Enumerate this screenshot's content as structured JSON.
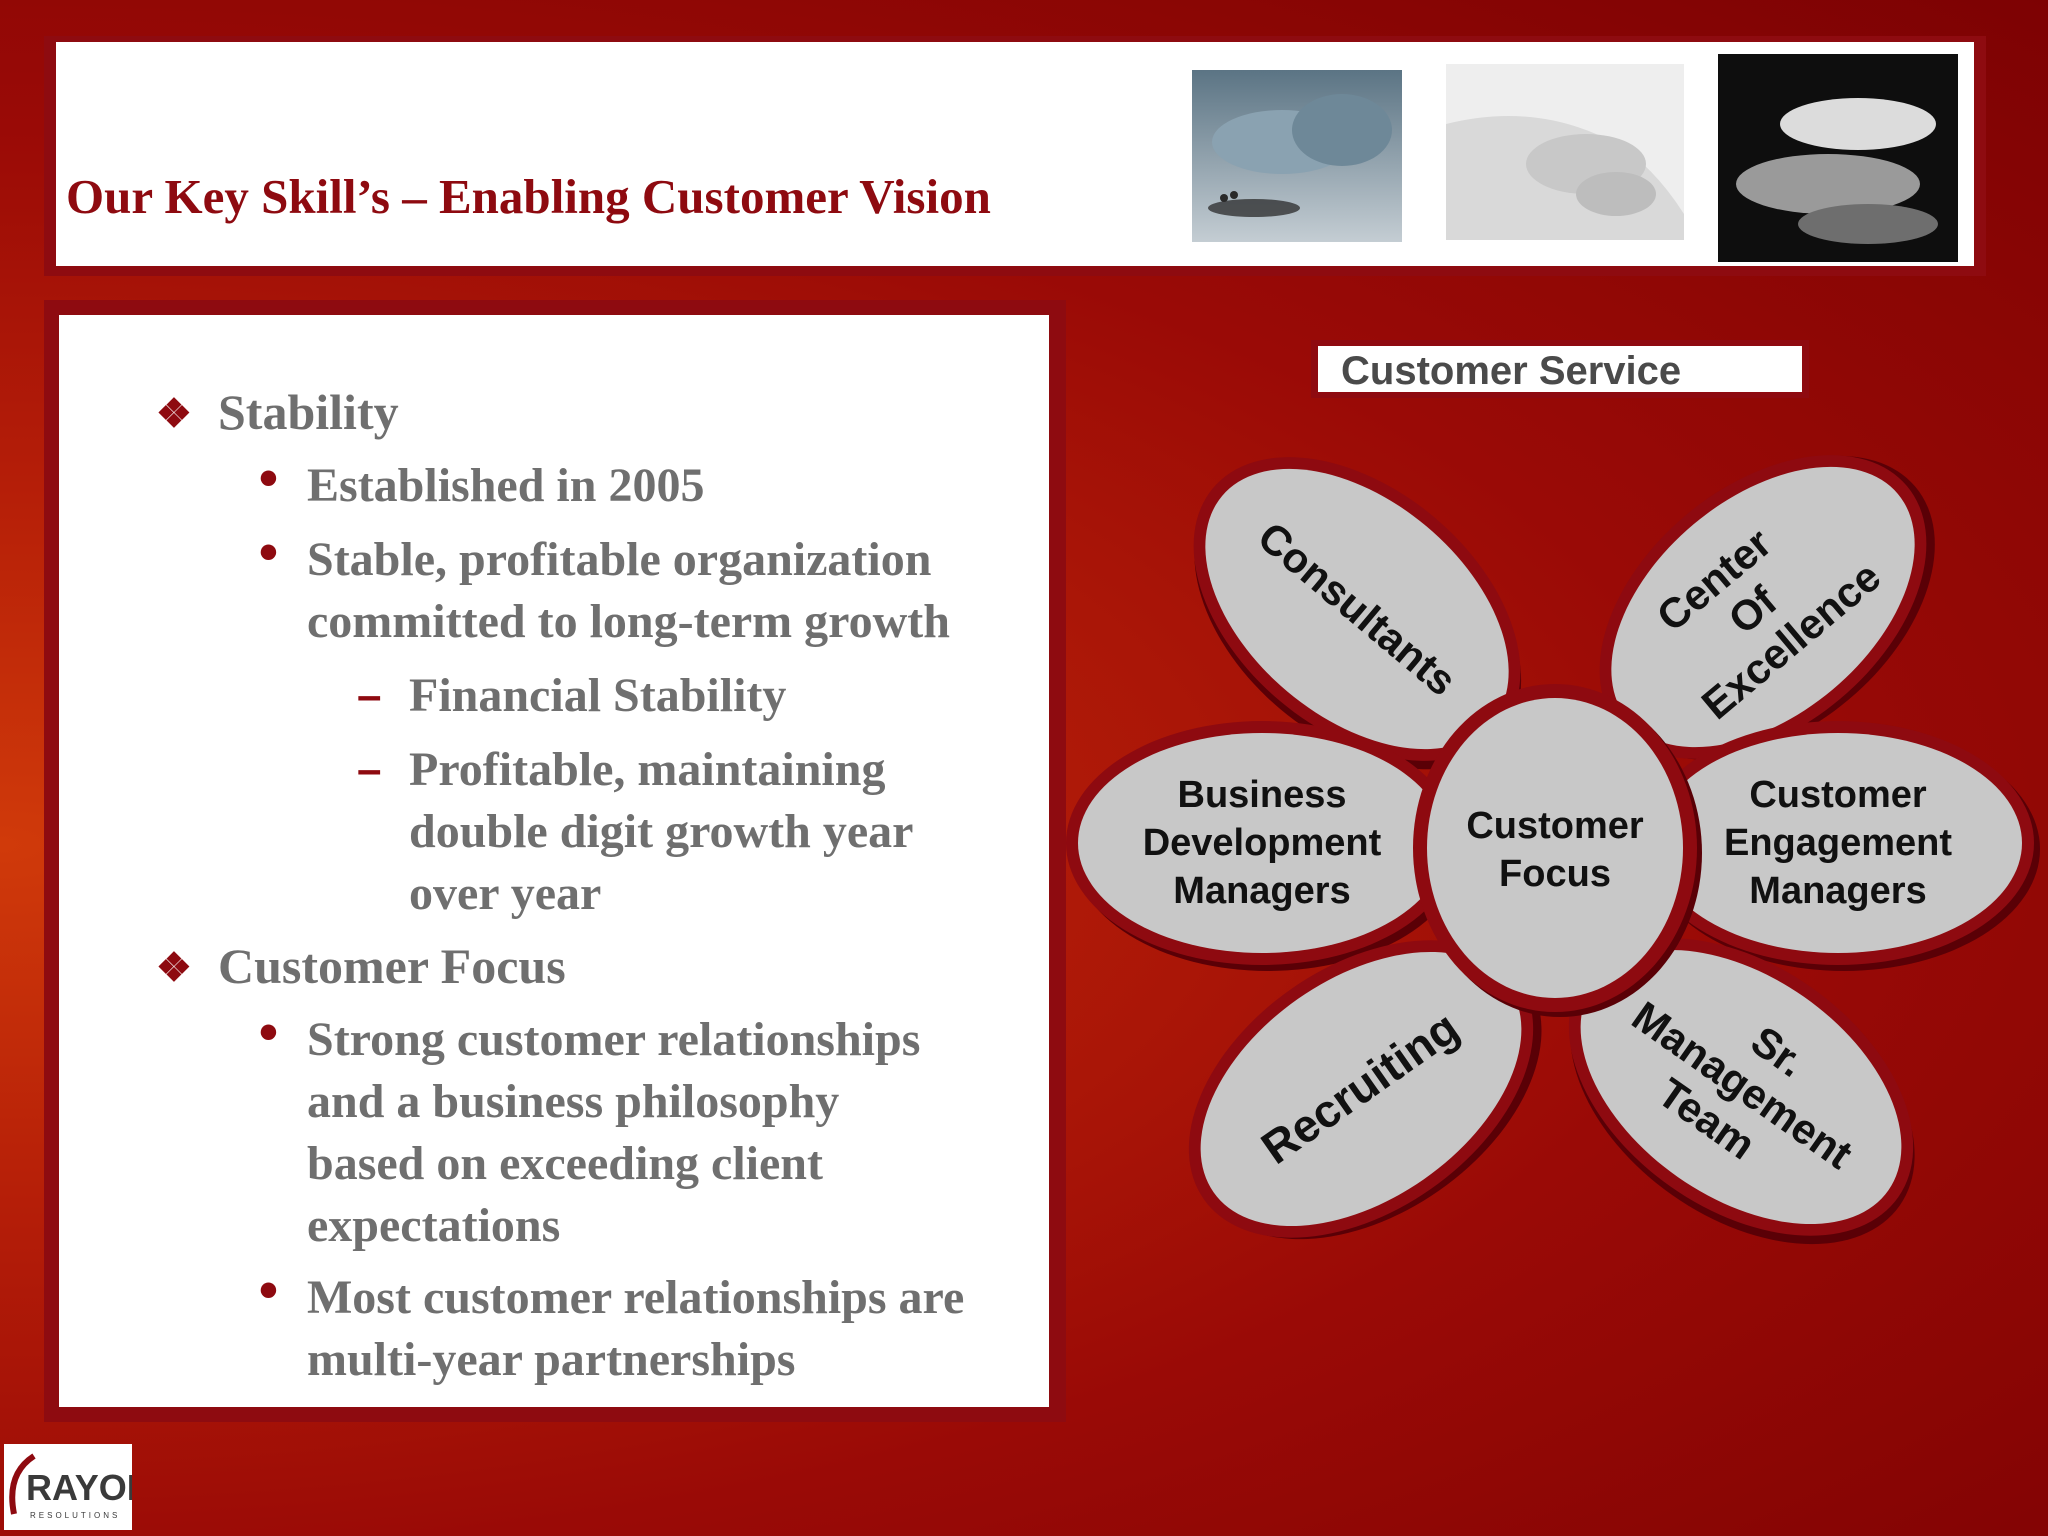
{
  "slide": {
    "title": "Our Key Skill’s – Enabling Customer Vision"
  },
  "bullets": {
    "section1": {
      "heading": "Stability",
      "point1": "Established in 2005",
      "point2_line1": "Stable, profitable organization",
      "point2_line2": "committed to long-term growth",
      "sub1": "Financial Stability",
      "sub2_line1": "Profitable, maintaining",
      "sub2_line2": "double digit growth year",
      "sub2_line3": "over year"
    },
    "section2": {
      "heading": "Customer Focus",
      "point1_line1": "Strong customer relationships",
      "point1_line2": "and a business philosophy",
      "point1_line3": "based on exceeding client",
      "point1_line4": "expectations",
      "point2_line1": "Most customer relationships are",
      "point2_line2": "multi-year partnerships"
    }
  },
  "diagram": {
    "banner": "Customer Service",
    "center_line1": "Customer",
    "center_line2": "Focus",
    "petals": {
      "consultants": "Consultants",
      "coe_line1": "Center",
      "coe_line2": "Of",
      "coe_line3": "Excellence",
      "bdm_line1": "Business",
      "bdm_line2": "Development",
      "bdm_line3": "Managers",
      "cem_line1": "Customer",
      "cem_line2": "Engagement",
      "cem_line3": "Managers",
      "recruiting": "Recruiting",
      "srm_line1": "Sr.",
      "srm_line2": "Management",
      "srm_line3": "Team"
    }
  },
  "logo": {
    "name": "RAYON",
    "tagline": "RESOLUTIONS"
  },
  "colors": {
    "accent": "#8e0a10",
    "petal_fill": "#c8c8c8",
    "body_text": "#6f6f6f"
  }
}
